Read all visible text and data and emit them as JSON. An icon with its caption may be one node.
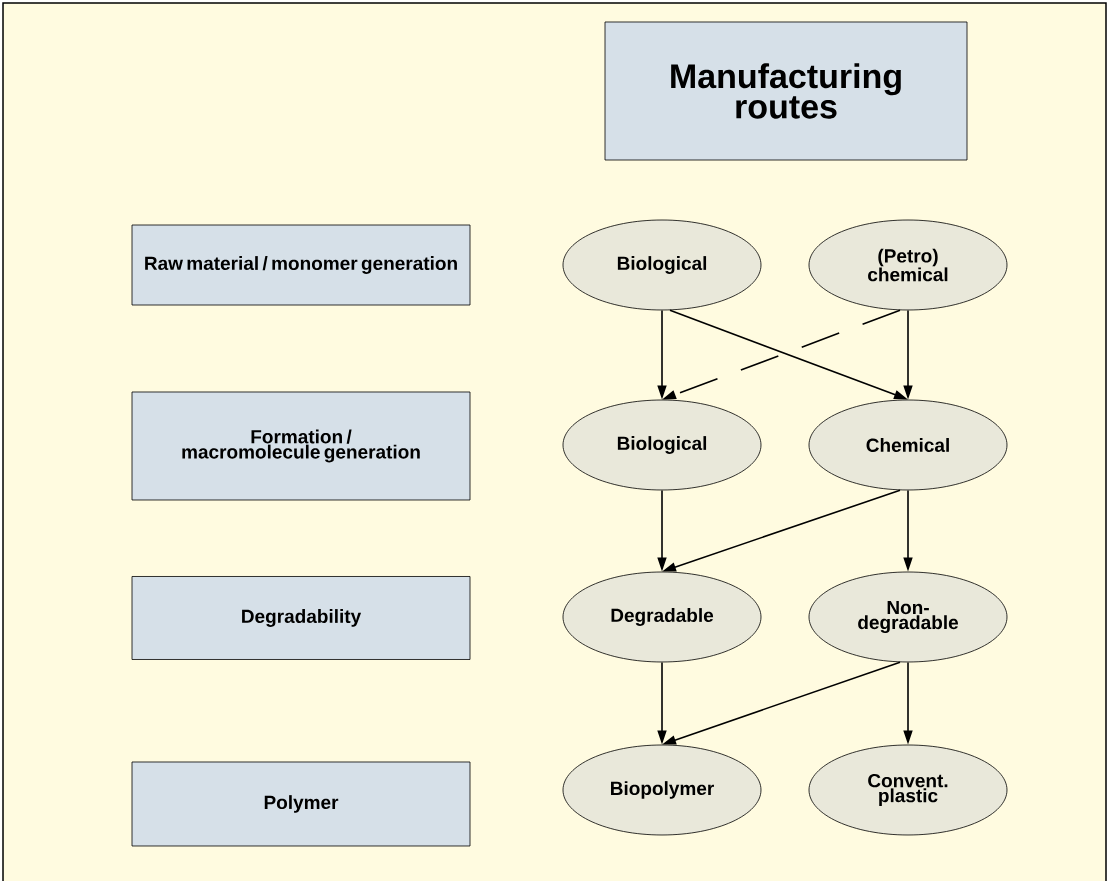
{
  "diagram": {
    "nodes": [
      {
        "text": [
          "Manufacturing routes"
        ]
      },
      {
        "text": [
          "Raw material / monomer generation"
        ]
      },
      {
        "text": [
          "Formation / macromolecule generation"
        ]
      },
      {
        "text": [
          "Degradability"
        ]
      },
      {
        "text": [
          "Polymer"
        ]
      },
      {
        "text": [
          "Biological"
        ]
      },
      {
        "text": [
          "(Petro) chemical"
        ]
      },
      {
        "text": [
          "Biological"
        ]
      },
      {
        "text": [
          "Chemical"
        ]
      },
      {
        "text": [
          "Degradable"
        ]
      },
      {
        "text": [
          "Non- degradable"
        ]
      },
      {
        "text": [
          "Biopolymer"
        ]
      },
      {
        "text": [
          "Convent. plastic"
        ]
      }
    ],
    "edges": [
      {
        "from": 5,
        "to": 7,
        "arrow": "to"
      },
      {
        "from": 5,
        "to": 8,
        "arrow": "to"
      },
      {
        "from": 6,
        "to": 8,
        "arrow": "to"
      },
      {
        "from": 6,
        "to": 7,
        "arrow": "to",
        "style": "dashed"
      },
      {
        "from": 7,
        "to": 9,
        "arrow": "to"
      },
      {
        "from": 8,
        "to": 9,
        "arrow": "to"
      },
      {
        "from": 8,
        "to": 10,
        "arrow": "to"
      },
      {
        "from": 9,
        "to": 11,
        "arrow": "to"
      },
      {
        "from": 10,
        "to": 11,
        "arrow": "to"
      },
      {
        "from": 10,
        "to": 12,
        "arrow": "to"
      }
    ]
  }
}
